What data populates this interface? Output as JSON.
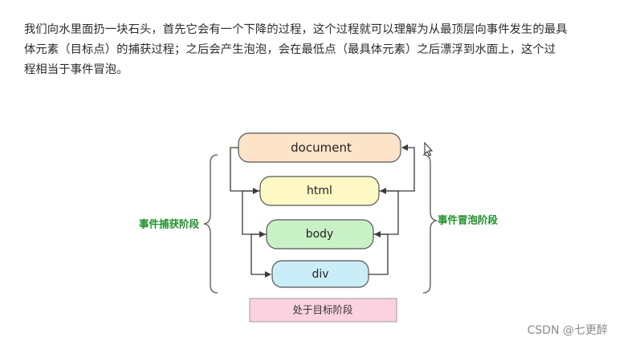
{
  "paragraph": {
    "line1": "我们向水里面扔一块石头，首先它会有一个下降的过程，这个过程就可以理解为从最顶层向事件发生的最具",
    "line2": "体元素（目标点）的捕获过程；之后会产生泡泡，会在最低点（最具体元素）之后漂浮到水面上，这个过",
    "line3": "程相当于事件冒泡。"
  },
  "diagram": {
    "nodes": {
      "document": "document",
      "html": "html",
      "body": "body",
      "div": "div"
    },
    "capture_label": "事件捕获阶段",
    "bubble_label": "事件冒泡阶段",
    "target_label": "处于目标阶段",
    "colors": {
      "document": "#fde3c8",
      "html": "#fdf8c4",
      "body": "#c9f1c6",
      "div": "#c9eef8",
      "target": "#fbd2e0",
      "phase_text": "#1f8f2a"
    }
  },
  "watermark": "CSDN @七更醉"
}
